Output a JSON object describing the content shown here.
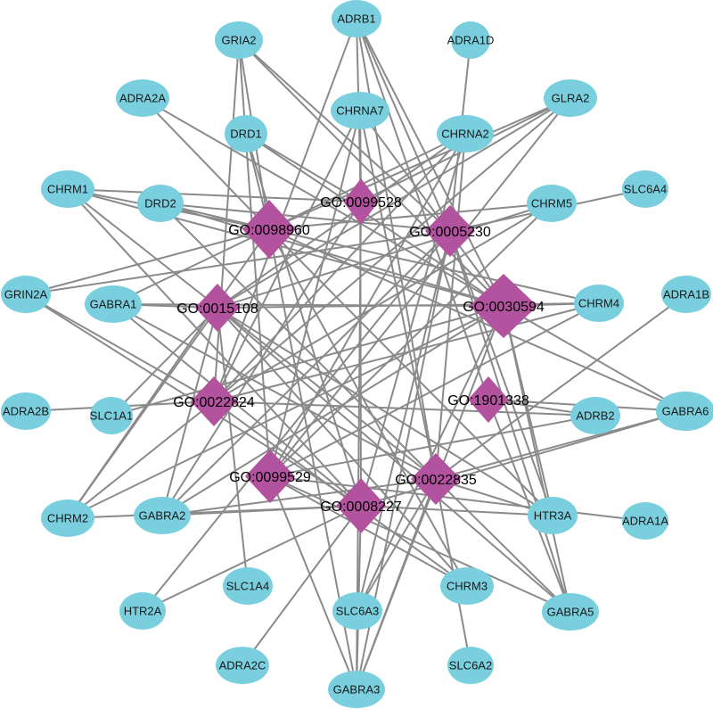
{
  "colors": {
    "gene": "#79cfde",
    "go": "#b3539f",
    "edge": "#8a8a8a"
  },
  "go_terms": [
    "GO:0099528",
    "GO:0098960",
    "GO:0005230",
    "GO:0015108",
    "GO:0030594",
    "GO:0022824",
    "GO:1901338",
    "GO:0099529",
    "GO:0022835",
    "GO:0008227"
  ],
  "genes": [
    "ADRB1",
    "GRIA2",
    "ADRA1D",
    "ADRA2A",
    "CHRNA7",
    "GLRA2",
    "DRD1",
    "CHRNA2",
    "CHRM1",
    "DRD2",
    "CHRM5",
    "SLC6A4",
    "GRIN2A",
    "GABRA1",
    "CHRM4",
    "ADRA1B",
    "ADRA2B",
    "SLC1A1",
    "ADRB2",
    "GABRA6",
    "CHRM2",
    "GABRA2",
    "HTR3A",
    "ADRA1A",
    "SLC1A4",
    "HTR2A",
    "CHRM3",
    "GABRA5",
    "SLC6A3",
    "ADRA2C",
    "SLC6A2",
    "GABRA3"
  ]
}
